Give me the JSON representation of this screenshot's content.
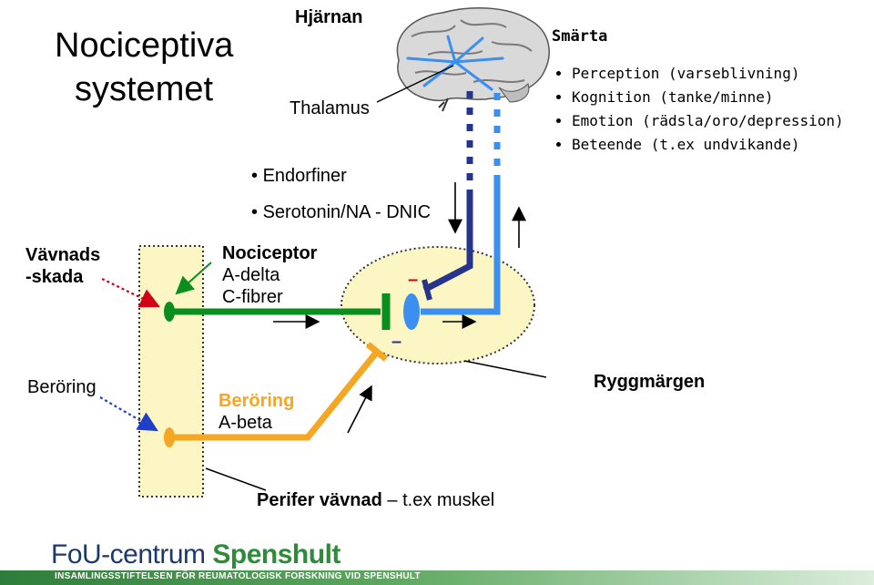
{
  "title_line1": "Nociceptiva",
  "title_line2": "systemet",
  "labels": {
    "hjarnan": "Hjärnan",
    "thalamus": "Thalamus",
    "endorfiner": "Endorfiner",
    "serotonin": "Serotonin/NA - DNIC",
    "vavnads1": "Vävnads",
    "vavnads2": "-skada",
    "nociceptor": "Nociceptor",
    "adelta": "A-delta",
    "cfibrer": "C-fibrer",
    "beroring_left": "Beröring",
    "beroring_fiber": "Beröring",
    "abeta": "A-beta",
    "ryggmargen": "Ryggmärgen",
    "perifer_bold": "Perifer vävnad",
    "perifer_rest": " – t.ex muskel",
    "minus1": "–",
    "minus2": "–"
  },
  "smarta": {
    "heading": "Smärta",
    "items": [
      "Perception (varseblivning)",
      "Kognition (tanke/minne)",
      "Emotion (rädsla/oro/depression)",
      "Beteende (t.ex undvikande)"
    ]
  },
  "footer": {
    "logo_part1": "FoU-centrum",
    "logo_part2": "Spenshult",
    "subtitle": "INSAMLINGSSTIFTELSEN FÖR REUMATOLOGISK FORSKNING VID SPENSHULT"
  },
  "colors": {
    "green": "#0a8f1e",
    "orange": "#f5a623",
    "light_blue": "#3b8ff0",
    "dark_blue": "#27348b",
    "cord_fill": "#fbf6c4",
    "tissue_fill": "#fbf6c4",
    "red_arrow": "#d0021b",
    "blue_arrow": "#1f3fc8",
    "logo_dark": "#1b3a6b",
    "logo_green": "#2e8b3a"
  }
}
